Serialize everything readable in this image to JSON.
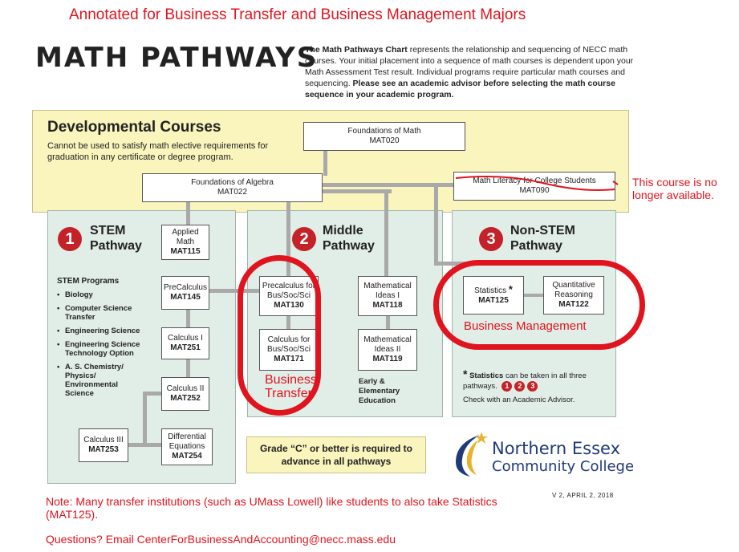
{
  "annotation_title": "Annotated for Business Transfer and Business Management Majors",
  "header": {
    "title": "MATH PATHWAYS",
    "intro_bold": "The Math Pathways Chart",
    "intro_text": " represents the relationship and sequencing of NECC math courses. Your initial placement into a sequence of math courses is dependent upon your Math Assessment Test result. Individual programs require particular math courses and sequencing. ",
    "intro_bold_end": "Please see an academic advisor before selecting the math course sequence in your academic program."
  },
  "developmental": {
    "title": "Developmental Courses",
    "subtitle": "Cannot be used to satisfy math elective requirements for graduation in any certificate or degree program.",
    "foundations_math": {
      "name": "Foundations of Math",
      "code": "MAT020"
    },
    "foundations_algebra": {
      "name": "Foundations of Algebra",
      "code": "MAT022"
    },
    "math_literacy": {
      "name": "Math Literacy for College Students",
      "code": "MAT090"
    }
  },
  "stem": {
    "number": "1",
    "title_line1": "STEM",
    "title_line2": "Pathway",
    "programs_heading": "STEM Programs",
    "programs": [
      "Biology",
      "Computer Science Transfer",
      "Engineering Science",
      "Engineering Science Technology Option",
      "A. S. Chemistry/ Physics/ Environmental Science"
    ],
    "courses": {
      "applied_math": {
        "name": "Applied Math",
        "code": "MAT115"
      },
      "precalculus": {
        "name": "PreCalculus",
        "code": "MAT145"
      },
      "calc1": {
        "name": "Calculus I",
        "code": "MAT251"
      },
      "calc2": {
        "name": "Calculus II",
        "code": "MAT252"
      },
      "calc3": {
        "name": "Calculus III",
        "code": "MAT253"
      },
      "diffeq": {
        "name": "Differential Equations",
        "code": "MAT254"
      }
    }
  },
  "middle": {
    "number": "2",
    "title_line1": "Middle",
    "title_line2": "Pathway",
    "courses": {
      "precalc_bus": {
        "name": "Precalculus for Bus/Soc/Sci",
        "code": "MAT130"
      },
      "calc_bus": {
        "name": "Calculus for Bus/Soc/Sci",
        "code": "MAT171"
      },
      "math_ideas1": {
        "name": "Mathematical Ideas I",
        "code": "MAT118"
      },
      "math_ideas2": {
        "name": "Mathematical Ideas II",
        "code": "MAT119"
      }
    },
    "early_ed": "Early & Elementary Education"
  },
  "nonstem": {
    "number": "3",
    "title_line1": "Non-STEM",
    "title_line2": "Pathway",
    "courses": {
      "statistics": {
        "name": "Statistics",
        "code": "MAT125",
        "mark": "*"
      },
      "quant": {
        "name": "Quantitative Reasoning",
        "code": "MAT122"
      }
    },
    "note_star": "*",
    "note_bold": "Statistics",
    "note_text": " can be taken in all three pathways.",
    "note_badges": [
      "1",
      "2",
      "3"
    ],
    "advisor": "Check with an Academic Advisor."
  },
  "grade_note": "Grade “C” or better is required to advance in all pathways",
  "college": {
    "line1": "Northern Essex",
    "line2": "Community College"
  },
  "version": "V 2, APRIL 2, 2018",
  "annotations": {
    "unavailable": "This course is no longer available.",
    "business_transfer": "Business Transfer",
    "business_management": "Business Management",
    "transfer_note": "Note: Many transfer institutions (such as UMass Lowell) like students to also take Statistics (MAT125).",
    "questions": "Questions? Email CenterForBusinessAndAccounting@necc.mass.edu"
  },
  "colors": {
    "developmental_bg": "#faf4bd",
    "pathway_bg": "#e1ede7",
    "accent_red": "#c42228",
    "annotation_red": "#e0141e",
    "college_blue": "#1f3a7a"
  }
}
